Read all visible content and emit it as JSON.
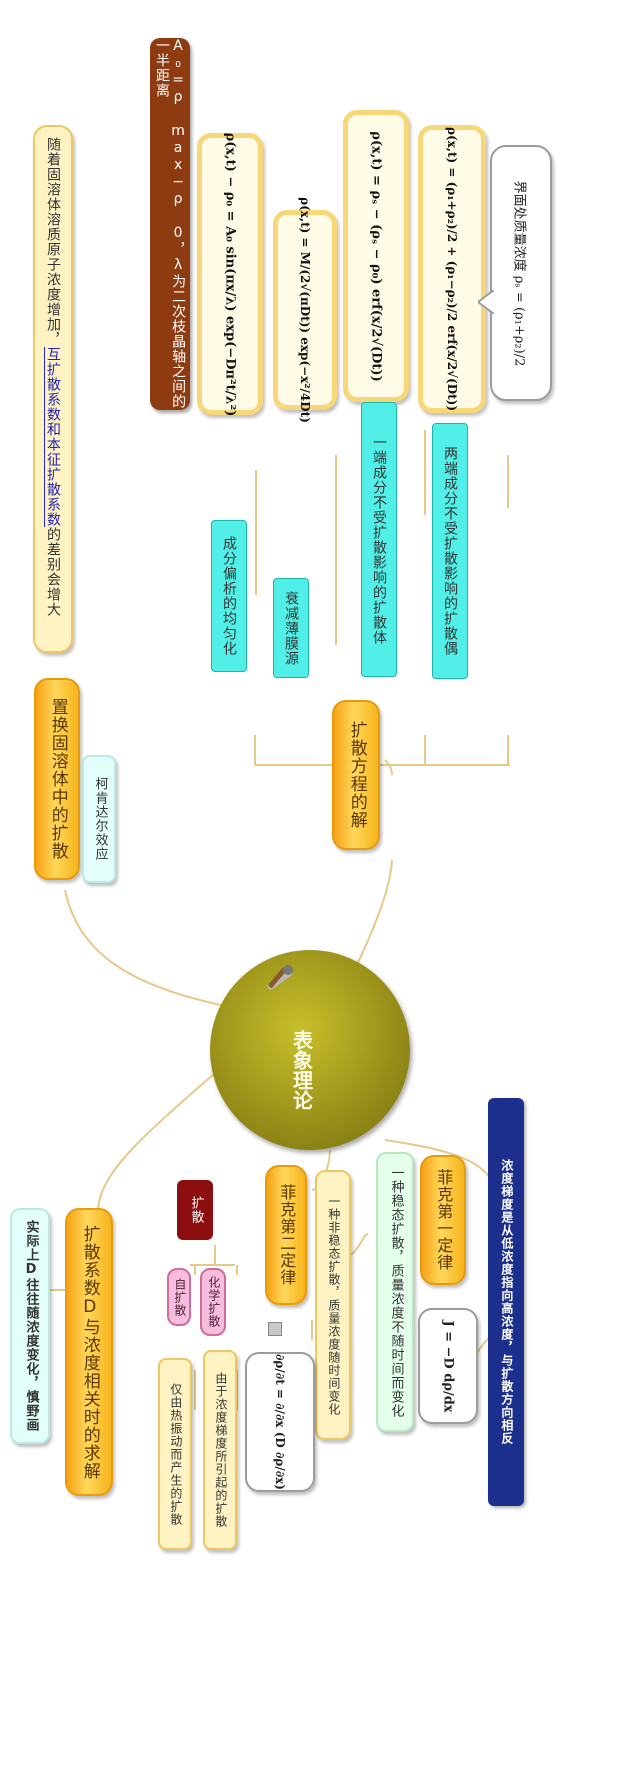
{
  "center": {
    "title": "表象理论"
  },
  "top_note": "A₀=ρ max−ρ 0，λ为二次枝晶轴之间的一半距离",
  "solid_solution": {
    "node": "置换固溶体中的扩散",
    "note_plain": "随着固溶体溶质原子浓度增加，",
    "note_highlight": "互扩散系数和本征扩散系数",
    "note_tail": "的差别会增大",
    "kirkendall": "柯肯达尔效应"
  },
  "solution": {
    "node": "扩散方程的解",
    "branches": [
      {
        "label": "成分偏析的均匀化",
        "formula": "ρ(x,t) − ρ₀ = A₀ sin(πx/λ) exp(−Dπ²t/λ²)"
      },
      {
        "label": "衰减薄膜源",
        "formula": "ρ(x,t) = M/(2√(πDt)) exp(−x²/4Dt)"
      },
      {
        "label": "一端成分不受扩散影响的扩散体",
        "formula": "ρ(x,t) = ρₛ − (ρₛ − ρ₀) erf(x/2√(Dt))"
      },
      {
        "label": "两端成分不受扩散影响的扩散偶",
        "formula": "ρ(x,t) = (ρ₁+ρ₂)/2 + (ρ₁−ρ₂)/2 erf(x/2√(Dt))"
      }
    ],
    "interface_note": "界面处质量浓度 ρₛ = (ρ₁+ρ₂)/2"
  },
  "fick1": {
    "node": "菲克第一定律",
    "desc": "一种稳态扩散，质量浓度不随时间而变化",
    "formula": "J = −D dρ/dx",
    "banner": "浓度梯度是从低浓度指向高浓度，与扩散方向相反"
  },
  "fick2": {
    "node": "菲克第二定律",
    "desc": "一种非稳态扩散，质量浓度随时间变化",
    "formula": "∂ρ/∂t = ∂/∂x (D ∂ρ/∂x)"
  },
  "diffusion": {
    "root": "扩散",
    "chemical": "化学扩散",
    "chemical_desc": "由于浓度梯度所引起的扩散",
    "self": "自扩散",
    "self_desc": "仅由热振动而产生的扩散"
  },
  "coef": {
    "node": "扩散系数D与浓度相关时的求解",
    "note": "实际上D往往随浓度变化，慎野画"
  },
  "colors": {
    "orange": "#f6a316",
    "cyan": "#51efe8",
    "navy": "#1d2f8c",
    "brown": "#8f3b12",
    "olive": "#8e8516"
  }
}
